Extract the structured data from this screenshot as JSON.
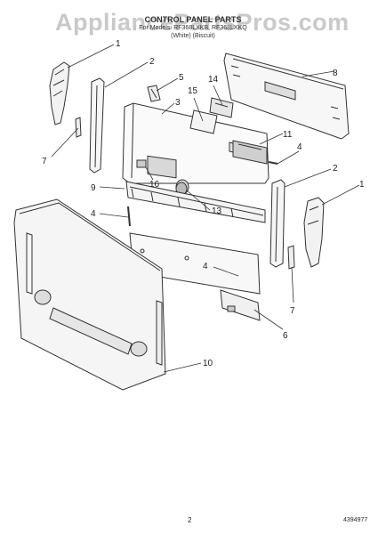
{
  "watermark": "AppliancePartsPros.com",
  "header": {
    "title": "CONTROL PANEL PARTS",
    "models": "For Models: RF368LXKB, RF368LXKQ",
    "colors": "(White)   (Biscuit)"
  },
  "callouts": [
    {
      "id": "1",
      "label": "1"
    },
    {
      "id": "2",
      "label": "2"
    },
    {
      "id": "3",
      "label": "3"
    },
    {
      "id": "4",
      "label": "4"
    },
    {
      "id": "5",
      "label": "5"
    },
    {
      "id": "6",
      "label": "6"
    },
    {
      "id": "7",
      "label": "7"
    },
    {
      "id": "8",
      "label": "8"
    },
    {
      "id": "9",
      "label": "9"
    },
    {
      "id": "10",
      "label": "10"
    },
    {
      "id": "11",
      "label": "11"
    },
    {
      "id": "13",
      "label": "13"
    },
    {
      "id": "14",
      "label": "14"
    },
    {
      "id": "15",
      "label": "15"
    },
    {
      "id": "16",
      "label": "16"
    }
  ],
  "footer": {
    "page": "2",
    "doc_number": "4394977"
  },
  "colors": {
    "line": "#333333",
    "watermark": "#c9c9c9"
  }
}
